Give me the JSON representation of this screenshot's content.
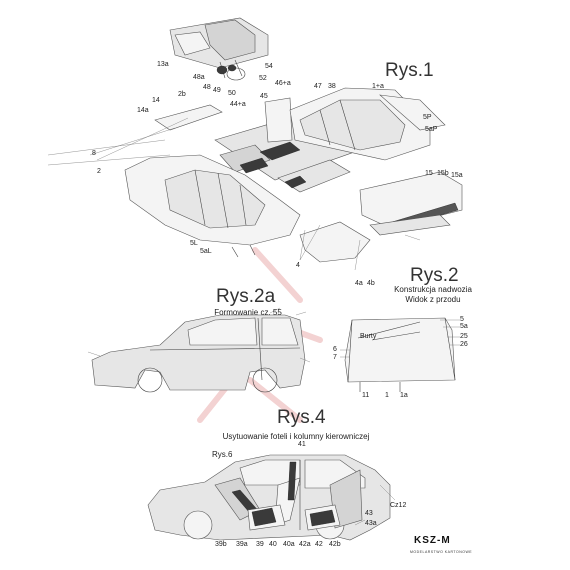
{
  "figures": {
    "rys1": {
      "title": "Rys.1"
    },
    "rys2": {
      "title": "Rys.2",
      "subtitle_line1": "Konstrukcja nadwozia",
      "subtitle_line2": "Widok z przodu"
    },
    "rys2a": {
      "title": "Rys.2a",
      "subtitle": "Formowanie cz. 55"
    },
    "rys4": {
      "title": "Rys.4",
      "subtitle": "Usytuowanie foteli i kolumny kierowniczej",
      "ref": "Rys.6"
    }
  },
  "labels_rys1": {
    "l13a": "13a",
    "l54": "54",
    "l48a": "48a",
    "l48": "48",
    "l49": "49",
    "l50": "50",
    "l52": "52",
    "l2b": "2b",
    "l14": "14",
    "l14a": "14a",
    "l8": "8",
    "l2": "2",
    "l44a": "44+a",
    "l45": "45",
    "l46a": "46+a",
    "l47": "47",
    "l38": "38",
    "l1a": "1+a",
    "l5P": "5P",
    "l5aP": "5aP",
    "l15": "15",
    "l15b": "15b",
    "l15a": "15a",
    "l5L": "5L",
    "l5aL": "5aL",
    "l4": "4",
    "l4a": "4a",
    "l4b": "4b"
  },
  "labels_rys2": {
    "l5": "5",
    "l5a": "5a",
    "l25": "25",
    "l26": "26",
    "l6": "6",
    "l7": "7",
    "l11": "11",
    "l1": "1",
    "l1a": "1a",
    "burty": "Burty"
  },
  "labels_rys4": {
    "l41": "41",
    "l43": "43",
    "l43a": "43a",
    "lCz12": "Cz12",
    "l39b": "39b",
    "l39a": "39a",
    "l39": "39",
    "l40": "40",
    "l40a": "40a",
    "l42a": "42a",
    "l42": "42",
    "l42b": "42b"
  },
  "logo": {
    "text": "KSZ-M",
    "subtext": "MODELARSTWO KARTONOWE"
  }
}
